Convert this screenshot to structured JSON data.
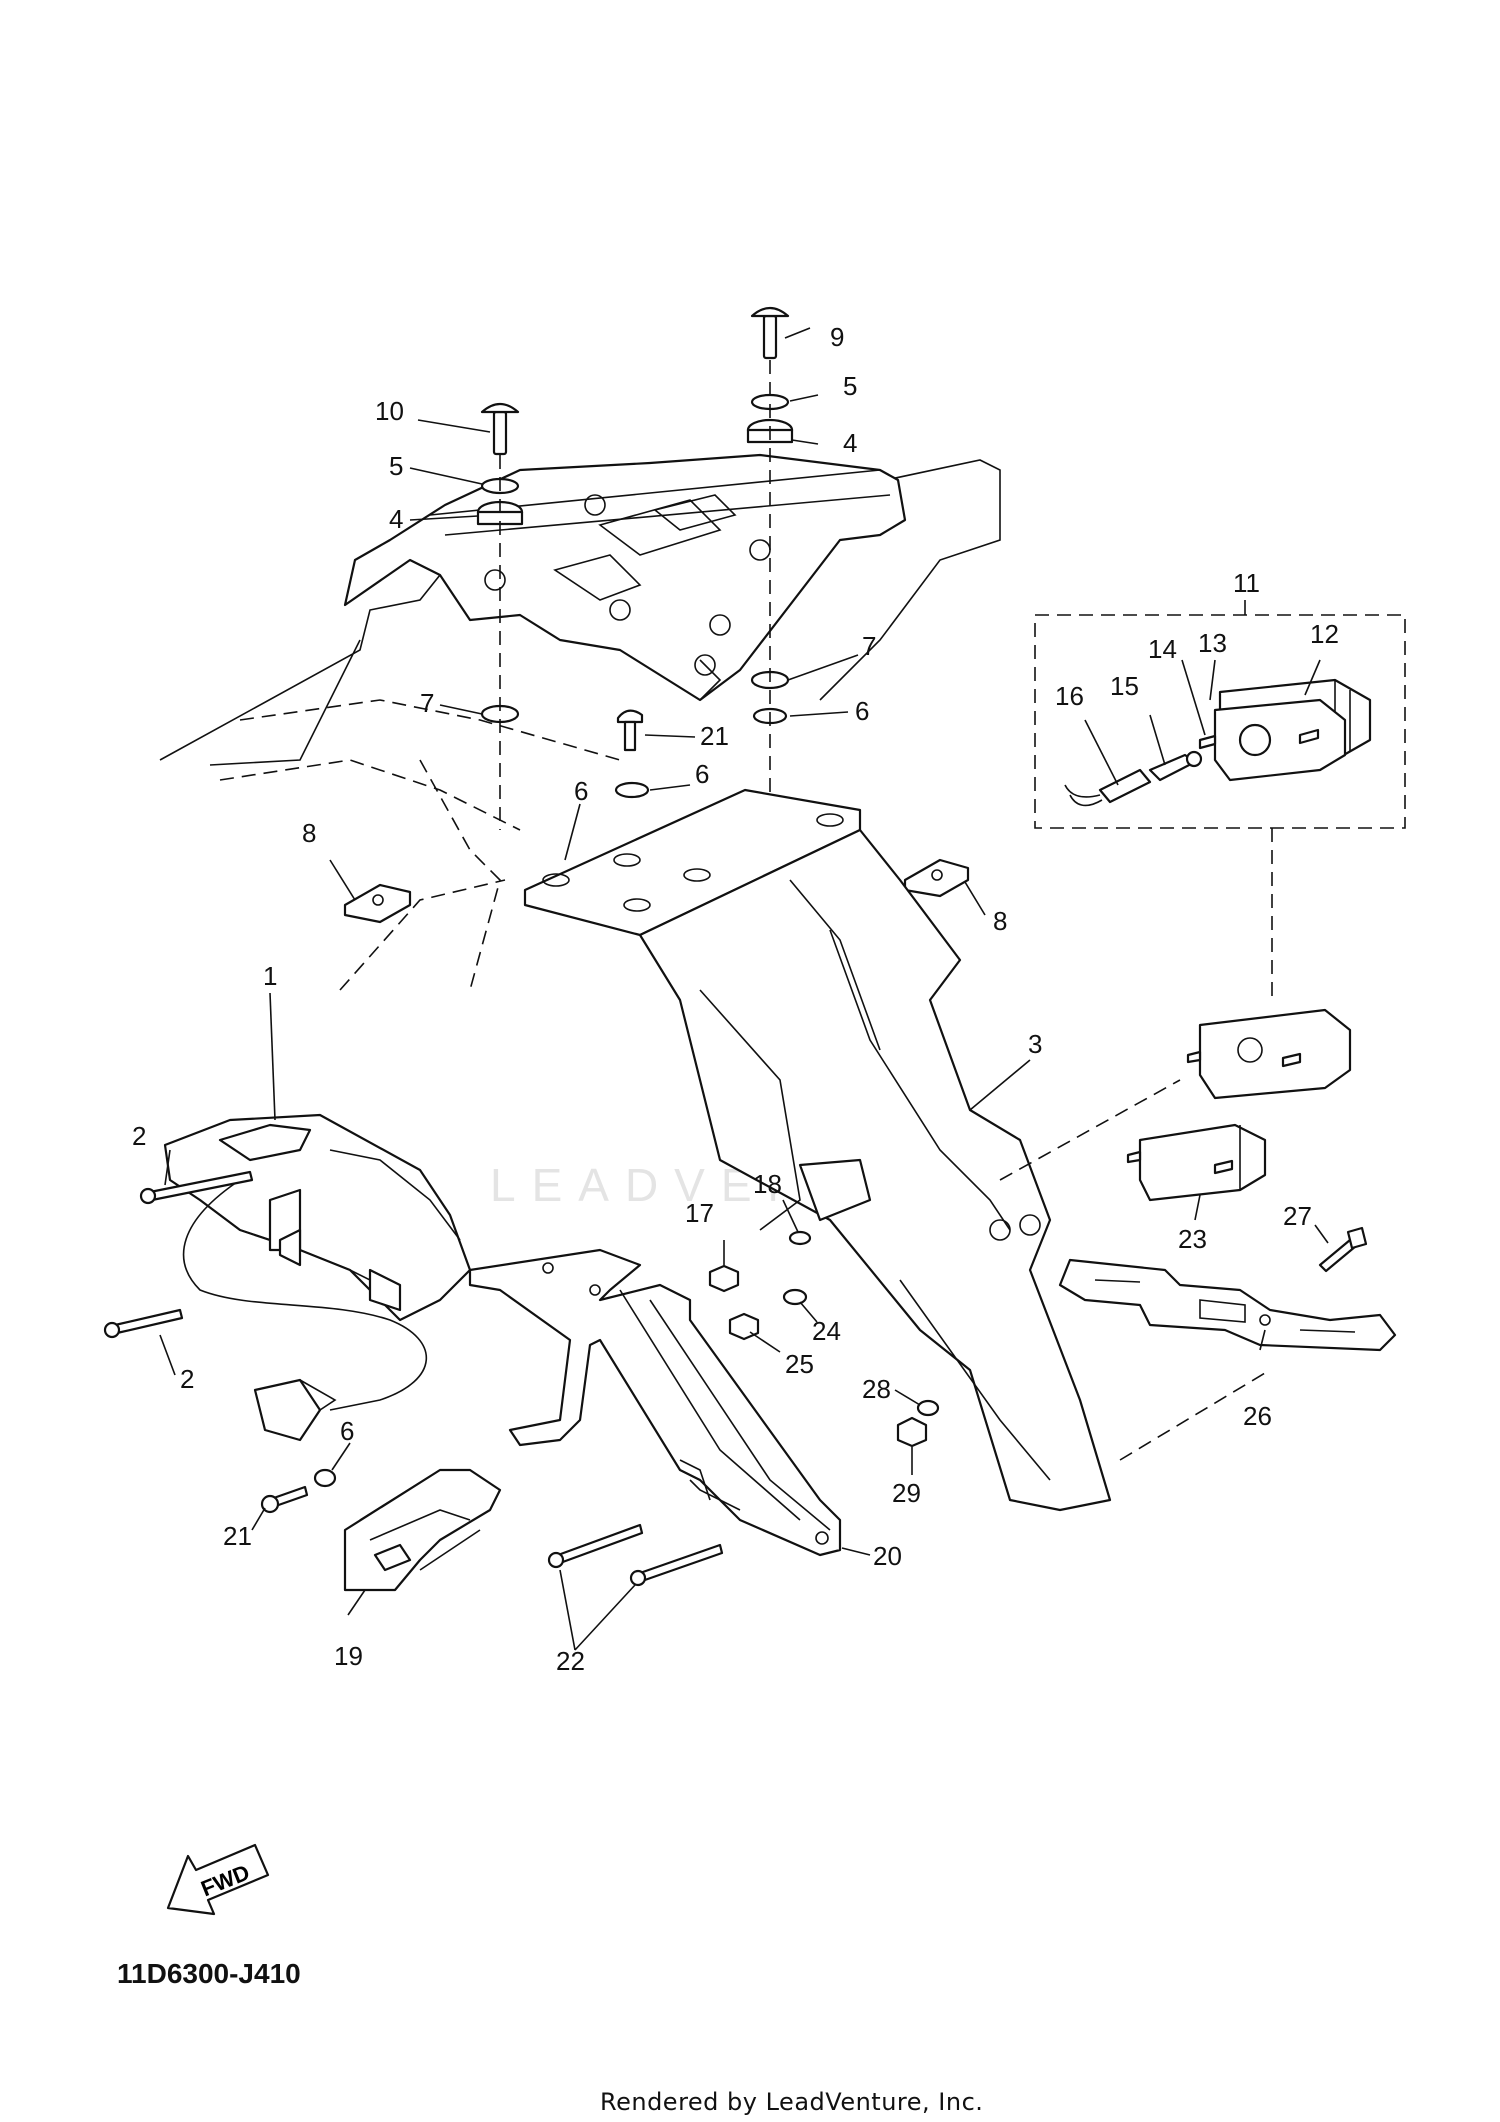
{
  "diagram": {
    "code": "11D6300-J410",
    "credit": "Rendered by LeadVenture, Inc.",
    "watermark": "LEADVENTURE",
    "fwd_label": "FWD",
    "kit_label": "11",
    "callouts": [
      {
        "id": "c1",
        "label": "1"
      },
      {
        "id": "c2a",
        "label": "2"
      },
      {
        "id": "c2b",
        "label": "2"
      },
      {
        "id": "c3",
        "label": "3"
      },
      {
        "id": "c4a",
        "label": "4"
      },
      {
        "id": "c4b",
        "label": "4"
      },
      {
        "id": "c5a",
        "label": "5"
      },
      {
        "id": "c5b",
        "label": "5"
      },
      {
        "id": "c6a",
        "label": "6"
      },
      {
        "id": "c6b",
        "label": "6"
      },
      {
        "id": "c6c",
        "label": "6"
      },
      {
        "id": "c6d",
        "label": "6"
      },
      {
        "id": "c7a",
        "label": "7"
      },
      {
        "id": "c7b",
        "label": "7"
      },
      {
        "id": "c8a",
        "label": "8"
      },
      {
        "id": "c8b",
        "label": "8"
      },
      {
        "id": "c9",
        "label": "9"
      },
      {
        "id": "c10",
        "label": "10"
      },
      {
        "id": "c12",
        "label": "12"
      },
      {
        "id": "c13",
        "label": "13"
      },
      {
        "id": "c14",
        "label": "14"
      },
      {
        "id": "c15",
        "label": "15"
      },
      {
        "id": "c16",
        "label": "16"
      },
      {
        "id": "c17",
        "label": "17"
      },
      {
        "id": "c18",
        "label": "18"
      },
      {
        "id": "c19",
        "label": "19"
      },
      {
        "id": "c20",
        "label": "20"
      },
      {
        "id": "c21a",
        "label": "21"
      },
      {
        "id": "c21b",
        "label": "21"
      },
      {
        "id": "c22",
        "label": "22"
      },
      {
        "id": "c23",
        "label": "23"
      },
      {
        "id": "c24",
        "label": "24"
      },
      {
        "id": "c25",
        "label": "25"
      },
      {
        "id": "c26",
        "label": "26"
      },
      {
        "id": "c27",
        "label": "27"
      },
      {
        "id": "c28",
        "label": "28"
      },
      {
        "id": "c29",
        "label": "29"
      }
    ]
  }
}
